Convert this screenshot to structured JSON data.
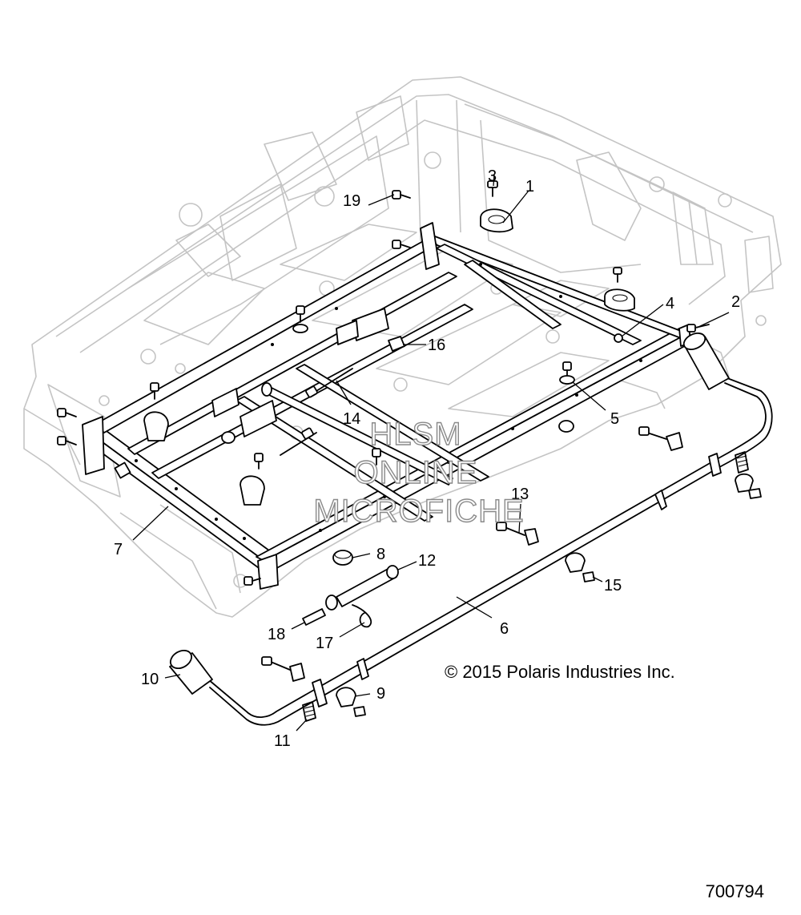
{
  "labels": {
    "l1": "1",
    "l2": "2",
    "l3": "3",
    "l4": "4",
    "l5": "5",
    "l6": "6",
    "l7": "7",
    "l8": "8",
    "l9": "9",
    "l10": "10",
    "l11": "11",
    "l12": "12",
    "l13": "13",
    "l14": "14",
    "l15": "15",
    "l16": "16",
    "l17": "17",
    "l18": "18",
    "l19": "19"
  },
  "watermark": {
    "line1": "HLSM",
    "line2": "ONLINE",
    "line3": "MICROFICHE"
  },
  "copyright": "© 2015 Polaris Industries Inc.",
  "diagram_code": "700794",
  "colors": {
    "background": "#ffffff",
    "ghost_body": "#c4c4c4",
    "parts": "#000000",
    "watermark_outline": "#8a8a8a"
  }
}
